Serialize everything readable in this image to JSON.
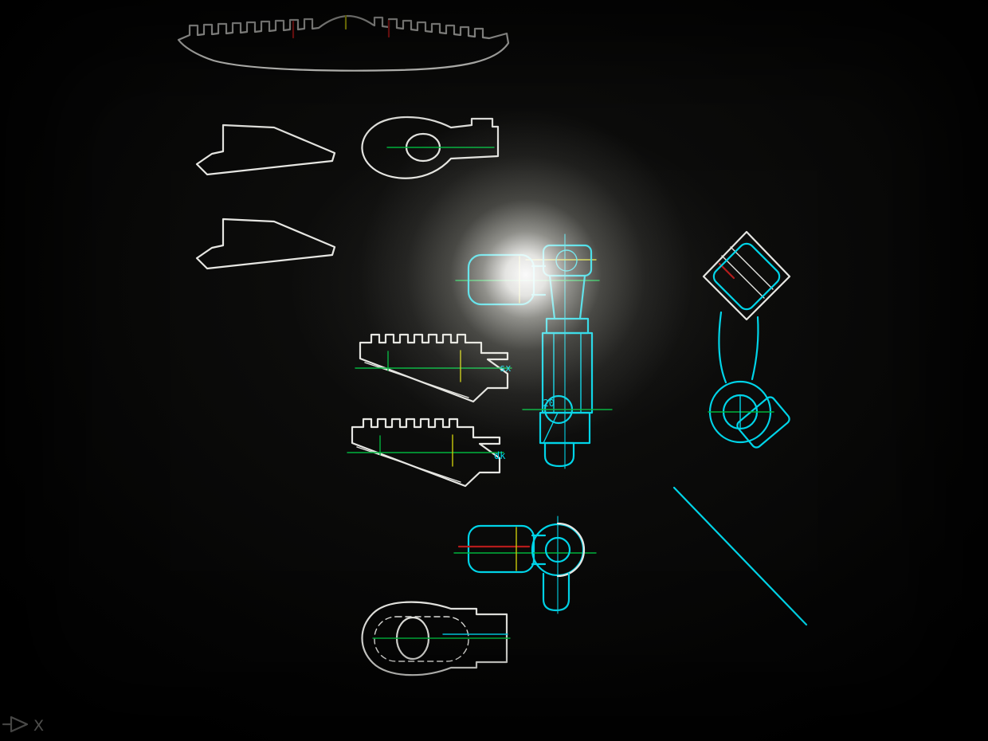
{
  "colors": {
    "white": "#e6e6e2",
    "cyan": "#00d4e8",
    "green": "#00b33c",
    "red": "#b51b1b",
    "yellow": "#c8c80a"
  },
  "labels": {
    "dim_sx": "sx",
    "dim_dk": "dk",
    "dim_20": "20",
    "ucs_axis": "X"
  },
  "entities": [
    {
      "name": "toothed-rack-profile",
      "color": "white"
    },
    {
      "name": "angle-bracket-top",
      "color": "white"
    },
    {
      "name": "angle-bracket-bottom",
      "color": "white"
    },
    {
      "name": "slotted-link",
      "color": "white"
    },
    {
      "name": "ball-stud-assembly",
      "color": "cyan"
    },
    {
      "name": "rocker-lever",
      "color": "cyan"
    },
    {
      "name": "serrated-clamp-upper",
      "color": "white"
    },
    {
      "name": "serrated-clamp-lower",
      "color": "white"
    },
    {
      "name": "ball-socket-fitting",
      "color": "cyan"
    },
    {
      "name": "clevis-fork",
      "color": "white"
    },
    {
      "name": "construction-line",
      "color": "cyan"
    }
  ]
}
